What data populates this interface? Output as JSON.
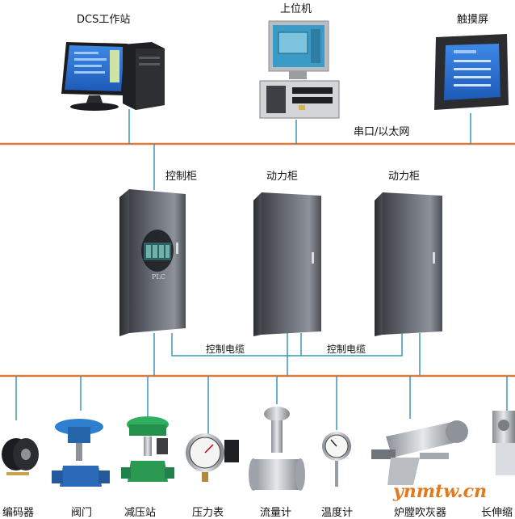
{
  "top": {
    "dcs_label": "DCS工作站",
    "host_label": "上位机",
    "touch_label": "触摸屏",
    "bus_label": "串口/以太网"
  },
  "cabinets": {
    "control_label": "控制柜",
    "power1_label": "动力柜",
    "power2_label": "动力柜",
    "plc_text": "PLC"
  },
  "cables": {
    "cable1_label": "控制电缆",
    "cable2_label": "控制电缆"
  },
  "devices": [
    {
      "label": "编码器"
    },
    {
      "label": "阀门"
    },
    {
      "label": "减压站"
    },
    {
      "label": "压力表"
    },
    {
      "label": "流量计"
    },
    {
      "label": "温度计"
    },
    {
      "label": "炉膛吹灰器"
    },
    {
      "label": "长伸缩"
    }
  ],
  "watermark": "ynmtw.cn",
  "colors": {
    "bus": "#e07a3a",
    "link": "#3b95b8",
    "screen": "#2a6fd0",
    "cabinet": "#55585e"
  }
}
